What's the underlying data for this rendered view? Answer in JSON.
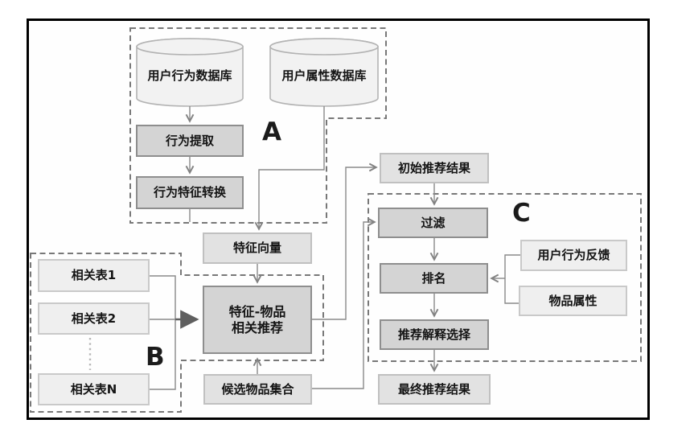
{
  "diagram_title": "recommendation-system-flowchart",
  "groups": {
    "a": {
      "label": "A"
    },
    "b": {
      "label": "B"
    },
    "c": {
      "label": "C"
    }
  },
  "nodes": {
    "user_behavior_db": {
      "label": "用户行为数据库",
      "type": "database"
    },
    "user_attr_db": {
      "label": "用户属性数据库",
      "type": "database"
    },
    "behavior_extract": {
      "label": "行为提取",
      "type": "process"
    },
    "behavior_feature_convert": {
      "label": "行为特征转换",
      "type": "process"
    },
    "feature_vector": {
      "label": "特征向量",
      "type": "data"
    },
    "feature_item_rec": {
      "label": "特征-物品\n相关推荐",
      "type": "process"
    },
    "rel_table_1": {
      "label": "相关表1",
      "type": "data"
    },
    "rel_table_2": {
      "label": "相关表2",
      "type": "data"
    },
    "rel_table_n": {
      "label": "相关表N",
      "type": "data"
    },
    "initial_result": {
      "label": "初始推荐结果",
      "type": "data"
    },
    "filter": {
      "label": "过滤",
      "type": "process"
    },
    "ranking": {
      "label": "排名",
      "type": "process"
    },
    "user_feedback": {
      "label": "用户行为反馈",
      "type": "data"
    },
    "item_attr": {
      "label": "物品属性",
      "type": "data"
    },
    "explanation_select": {
      "label": "推荐解释选择",
      "type": "process"
    },
    "candidate_set": {
      "label": "候选物品集合",
      "type": "data"
    },
    "final_result": {
      "label": "最终推荐结果",
      "type": "data"
    }
  },
  "colors": {
    "frame": "#000000",
    "dashed_border": "#787878",
    "node_process_fill": "#d4d4d4",
    "node_process_border": "#8e8e8e",
    "node_data_fill": "#e2e2e2",
    "node_light_fill": "#efefef",
    "connector": "#8a8a8a",
    "text": "#141414"
  }
}
